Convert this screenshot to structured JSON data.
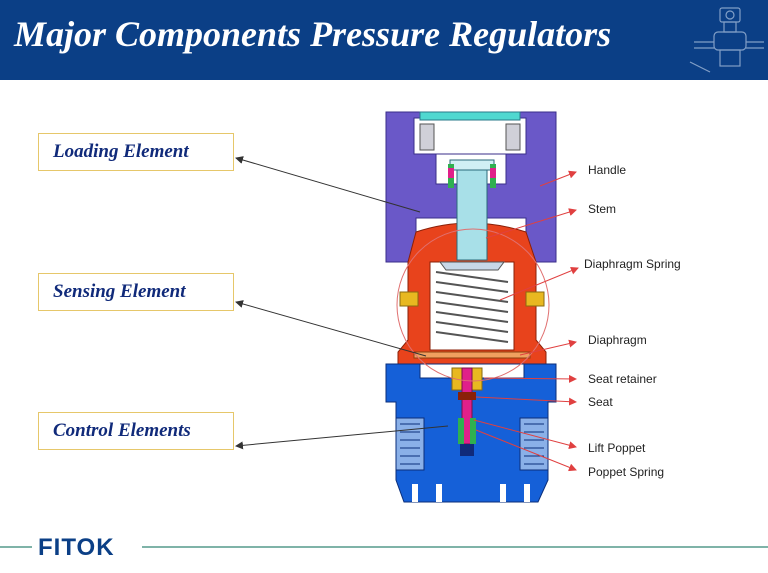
{
  "slide": {
    "title": "Major Components Pressure Regulators",
    "brand": "FITOK"
  },
  "callouts": {
    "loading": "Loading Element",
    "sensing": "Sensing Element",
    "control": "Control Elements"
  },
  "labels": {
    "handle": "Handle",
    "stem": "Stem",
    "diaphragm_spring": "Diaphragm Spring",
    "diaphragm": "Diaphragm",
    "seat_retainer": "Seat retainer",
    "seat": "Seat",
    "lift_poppet": "Lift Poppet",
    "poppet_spring": "Poppet Spring"
  },
  "colors": {
    "header": "#0b3f86",
    "handle": "#6a58c8",
    "bonnet": "#e8431c",
    "body": "#1560d8",
    "stem": "#a8e0e8",
    "accent": "#e8b820",
    "arrow_red": "#e04040",
    "arrow_dark": "#333333"
  },
  "icons": [
    "regulator-sketch-icon"
  ]
}
